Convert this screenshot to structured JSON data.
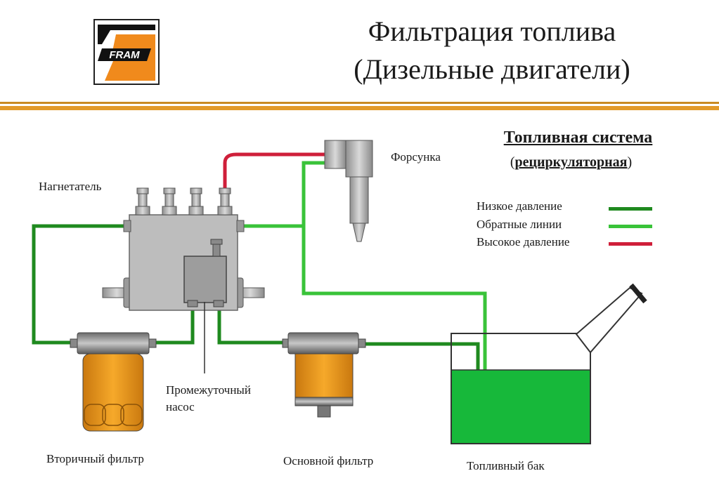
{
  "logo": {
    "text": "FRAM"
  },
  "title": {
    "line1": "Фильтрация топлива",
    "line2": "(Дизельные двигатели)"
  },
  "system": {
    "title": "Топливная система",
    "subtitle": "рециркуляторная",
    "open_paren": "(",
    "close_paren": ")"
  },
  "legend": [
    {
      "label": "Низкое давление",
      "color": "#1f8a1f"
    },
    {
      "label": "Обратные линии",
      "color": "#39c339"
    },
    {
      "label": "Высокое давление",
      "color": "#cf1f3a"
    }
  ],
  "labels": {
    "pump": "Нагнетатель",
    "injector": "Форсунка",
    "transfer_pump_line1": "Промежуточный",
    "transfer_pump_line2": "насос",
    "secondary_filter": "Вторичный фильтр",
    "primary_filter": "Основной фильтр",
    "fuel_tank": "Топливный бак"
  },
  "colors": {
    "fuel": "#17b83a",
    "filter_body": "#f0a020",
    "metal": "#b8b8b8",
    "accent_rule": "#e29a2a"
  }
}
